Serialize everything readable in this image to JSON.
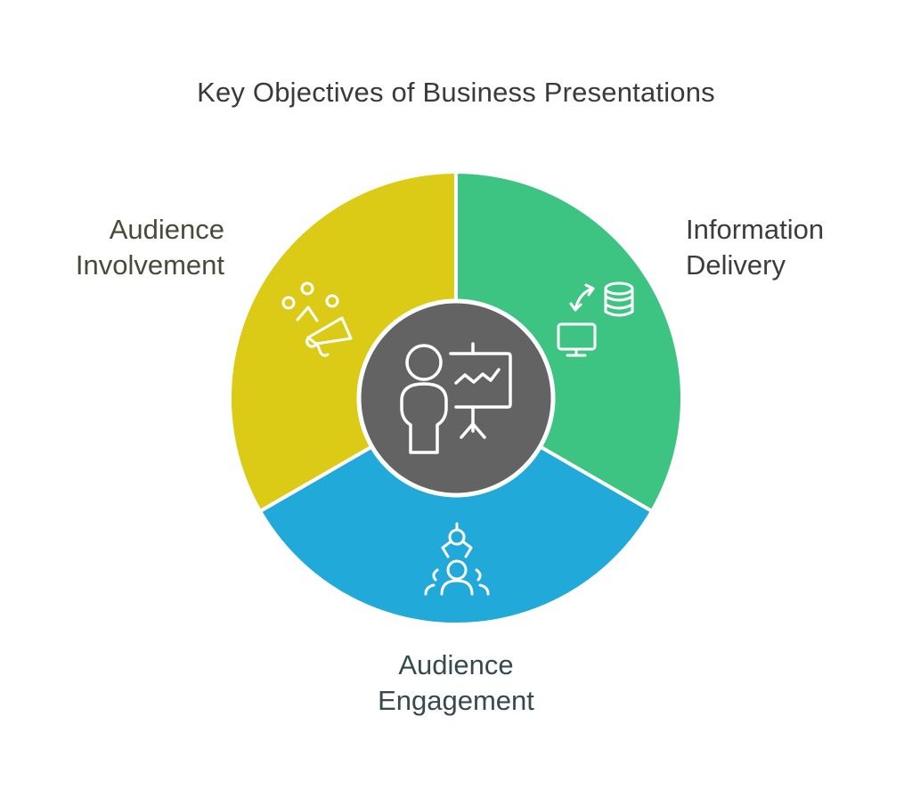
{
  "title": "Key Objectives of Business Presentations",
  "center": {
    "icon": "presenter-whiteboard-icon",
    "color": "#636363"
  },
  "segments": [
    {
      "id": "information-delivery",
      "lines": [
        "Information",
        "Delivery"
      ],
      "color": "#3dc482",
      "text_color": "#3c3c3c",
      "icon": "database-monitor-sync-icon"
    },
    {
      "id": "audience-engagement",
      "lines": [
        "Audience",
        "Engagement"
      ],
      "color": "#21a9d9",
      "text_color": "#364a4d",
      "icon": "presenter-audience-icon"
    },
    {
      "id": "audience-involvement",
      "lines": [
        "Audience",
        "Involvement"
      ],
      "color": "#dccb16",
      "text_color": "#4a4a3a",
      "icon": "megaphone-people-icon"
    }
  ]
}
